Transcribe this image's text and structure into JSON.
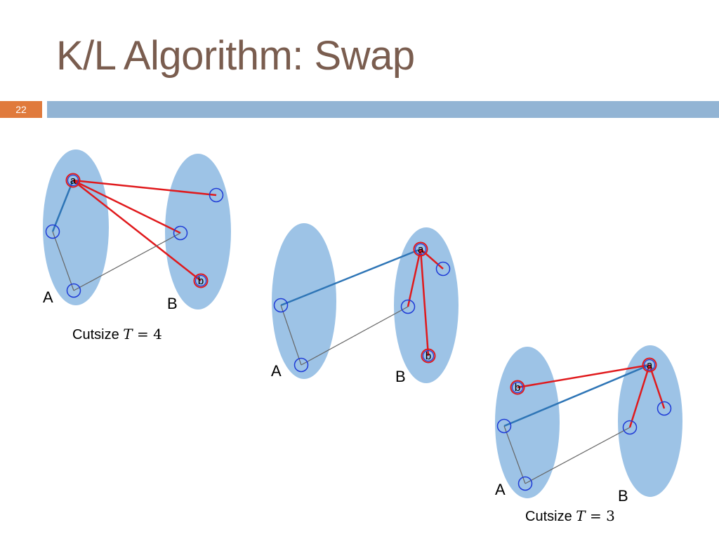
{
  "slide": {
    "title": "K/L Algorithm: Swap",
    "number": "22"
  },
  "colors": {
    "title": "#7a5d4f",
    "accent_orange": "#e07a3c",
    "header_bar": "#92b4d4",
    "partition_fill": "#9dc3e6",
    "node_stroke": "#1f3bd6",
    "cut_edge": "#e0191c",
    "internal_edge": "#2e75b6",
    "other_edge": "#666666"
  },
  "panels": [
    {
      "id": "before",
      "set_a_label": "A",
      "set_b_label": "B",
      "node_a_label": "a",
      "node_b_label": "b",
      "cutsize": {
        "prefix": "Cutsize ",
        "var": "T",
        "eq": " = ",
        "value": "4"
      }
    },
    {
      "id": "moved-a",
      "set_a_label": "A",
      "set_b_label": "B",
      "node_a_label": "a",
      "node_b_label": "b"
    },
    {
      "id": "after",
      "set_a_label": "A",
      "set_b_label": "B",
      "node_a_label": "a",
      "node_b_label": "b",
      "cutsize": {
        "prefix": "Cutsize ",
        "var": "T",
        "eq": " = ",
        "value": "3"
      }
    }
  ]
}
